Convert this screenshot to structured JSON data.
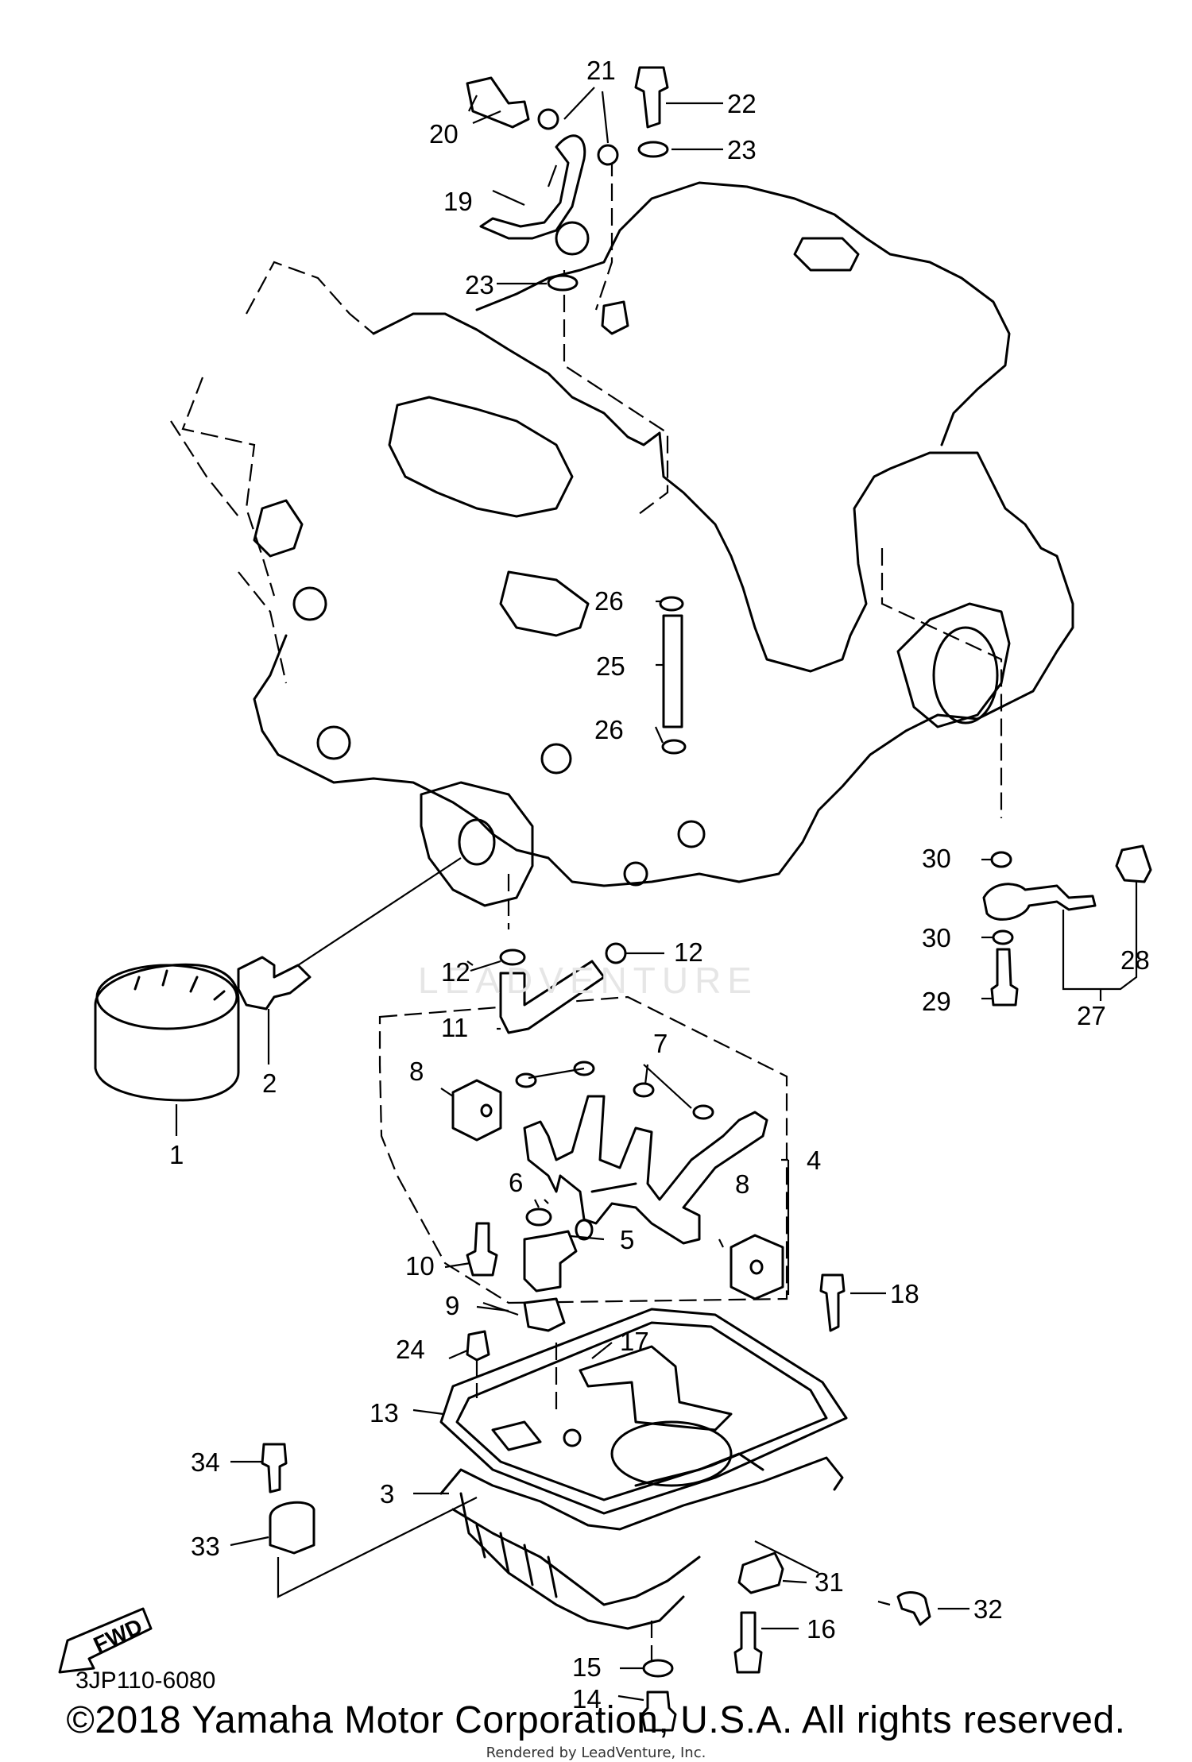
{
  "diagram": {
    "part_numbers": [
      "1",
      "2",
      "3",
      "4",
      "5",
      "6",
      "7",
      "8",
      "8",
      "9",
      "10",
      "11",
      "12",
      "12",
      "13",
      "14",
      "15",
      "16",
      "17",
      "18",
      "19",
      "20",
      "21",
      "22",
      "23",
      "23",
      "24",
      "25",
      "26",
      "26",
      "27",
      "28",
      "29",
      "30",
      "30",
      "31",
      "32",
      "33",
      "34"
    ],
    "diagram_code": "3JP110-6080",
    "fwd_label": "FWD",
    "watermark": "LEADVENTURE"
  },
  "footer": {
    "copyright": "©2018 Yamaha Motor Corporation, U.S.A. All rights reserved.",
    "rendered_by": "Rendered by LeadVenture, Inc."
  }
}
